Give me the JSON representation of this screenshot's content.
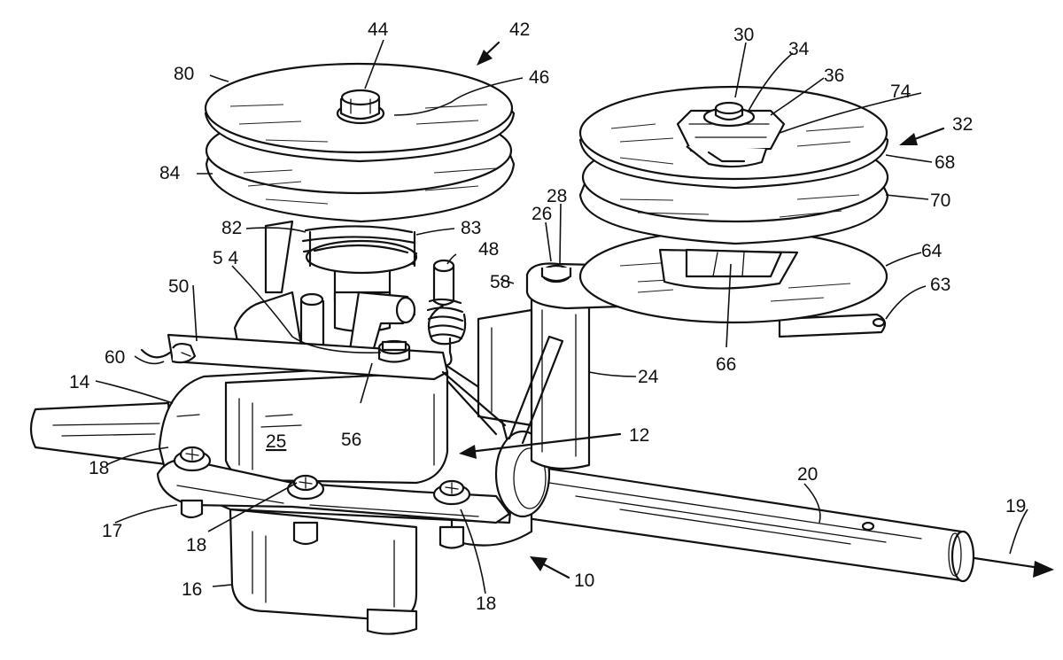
{
  "labels": {
    "l10": "10",
    "l12": "12",
    "l14": "14",
    "l16": "16",
    "l17": "17",
    "l18a": "18",
    "l18b": "18",
    "l18c": "18",
    "l19": "19",
    "l20": "20",
    "l24": "24",
    "l25": "25",
    "l26": "26",
    "l28": "28",
    "l30": "30",
    "l32": "32",
    "l34": "34",
    "l36": "36",
    "l42": "42",
    "l44": "44",
    "l46": "46",
    "l48": "48",
    "l50": "50",
    "l54": "5 4",
    "l56": "56",
    "l58": "58",
    "l60": "60",
    "l63": "63",
    "l64": "64",
    "l66": "66",
    "l68": "68",
    "l70": "70",
    "l74": "74",
    "l80": "80",
    "l82": "82",
    "l83": "83",
    "l84": "84"
  }
}
